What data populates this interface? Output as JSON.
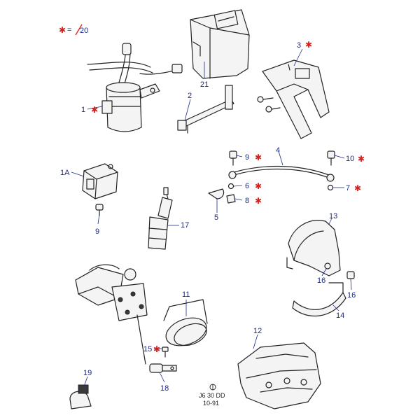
{
  "legend": {
    "text": "=",
    "value": "20"
  },
  "callouts": [
    {
      "id": "c1",
      "label": "1",
      "star": true
    },
    {
      "id": "c21",
      "label": "21",
      "star": false
    },
    {
      "id": "c2",
      "label": "2",
      "star": false
    },
    {
      "id": "c3",
      "label": "3",
      "star": true
    },
    {
      "id": "c1A",
      "label": "1A",
      "star": false
    },
    {
      "id": "c9a",
      "label": "9",
      "star": false
    },
    {
      "id": "c17",
      "label": "17",
      "star": false
    },
    {
      "id": "c4",
      "label": "4",
      "star": false
    },
    {
      "id": "c9b",
      "label": "9",
      "star": true
    },
    {
      "id": "c6",
      "label": "6",
      "star": true
    },
    {
      "id": "c8",
      "label": "8",
      "star": true
    },
    {
      "id": "c5",
      "label": "5",
      "star": false
    },
    {
      "id": "c10",
      "label": "10",
      "star": true
    },
    {
      "id": "c7",
      "label": "7",
      "star": true
    },
    {
      "id": "c13",
      "label": "13",
      "star": false
    },
    {
      "id": "c16a",
      "label": "16",
      "star": false
    },
    {
      "id": "c16b",
      "label": "16",
      "star": false
    },
    {
      "id": "c14",
      "label": "14",
      "star": false
    },
    {
      "id": "c11",
      "label": "11",
      "star": false
    },
    {
      "id": "c15",
      "label": "15",
      "star": true
    },
    {
      "id": "c18",
      "label": "18",
      "star": false
    },
    {
      "id": "c12",
      "label": "12",
      "star": false
    },
    {
      "id": "c19",
      "label": "19",
      "star": false
    }
  ],
  "reference": {
    "code": "J6 30 DD",
    "date": "10-91"
  }
}
